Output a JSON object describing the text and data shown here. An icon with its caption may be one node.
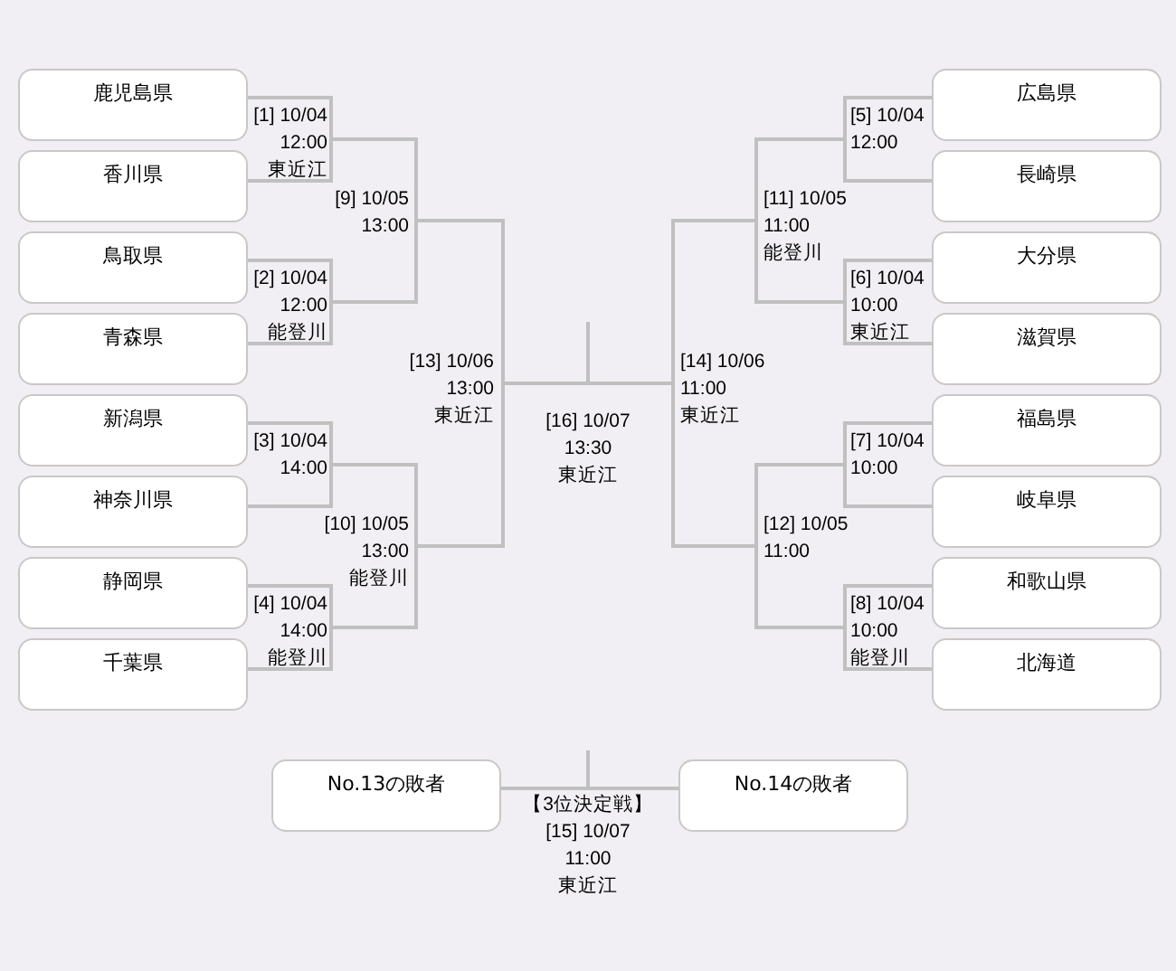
{
  "diagram": {
    "nodes": [
      {
        "text": [
          "鹿児島県"
        ]
      },
      {
        "text": [
          "香川県"
        ]
      },
      {
        "text": [
          "鳥取県"
        ]
      },
      {
        "text": [
          "青森県"
        ]
      },
      {
        "text": [
          "新潟県"
        ]
      },
      {
        "text": [
          "神奈川県"
        ]
      },
      {
        "text": [
          "静岡県"
        ]
      },
      {
        "text": [
          "千葉県"
        ]
      },
      {
        "text": [
          "広島県"
        ]
      },
      {
        "text": [
          "長崎県"
        ]
      },
      {
        "text": [
          "大分県"
        ]
      },
      {
        "text": [
          "滋賀県"
        ]
      },
      {
        "text": [
          "福島県"
        ]
      },
      {
        "text": [
          "岐阜県"
        ]
      },
      {
        "text": [
          "和歌山県"
        ]
      },
      {
        "text": [
          "北海道"
        ]
      },
      {
        "text": [
          "No.13の敗者"
        ]
      },
      {
        "text": [
          "No.14の敗者"
        ]
      }
    ],
    "labels": [
      "[1] 10/04",
      "12:00",
      "東近江",
      "[9] 10/05",
      "13:00",
      "[2] 10/04",
      "12:00",
      "能登川",
      "[13] 10/06",
      "13:00",
      "東近江",
      "[3] 10/04",
      "14:00",
      "[10] 10/05",
      "13:00",
      "能登川",
      "[4] 10/04",
      "14:00",
      "能登川",
      "[16] 10/07",
      "13:30",
      "東近江",
      "[5] 10/04",
      "12:00",
      "[11] 10/05",
      "11:00",
      "能登川",
      "[6] 10/04",
      "10:00",
      "東近江",
      "[14] 10/06",
      "11:00",
      "東近江",
      "[7] 10/04",
      "10:00",
      "[12] 10/05",
      "11:00",
      "[8] 10/04",
      "10:00",
      "能登川",
      "【3位決定戦】",
      "[15] 10/07",
      "11:00",
      "東近江"
    ]
  }
}
